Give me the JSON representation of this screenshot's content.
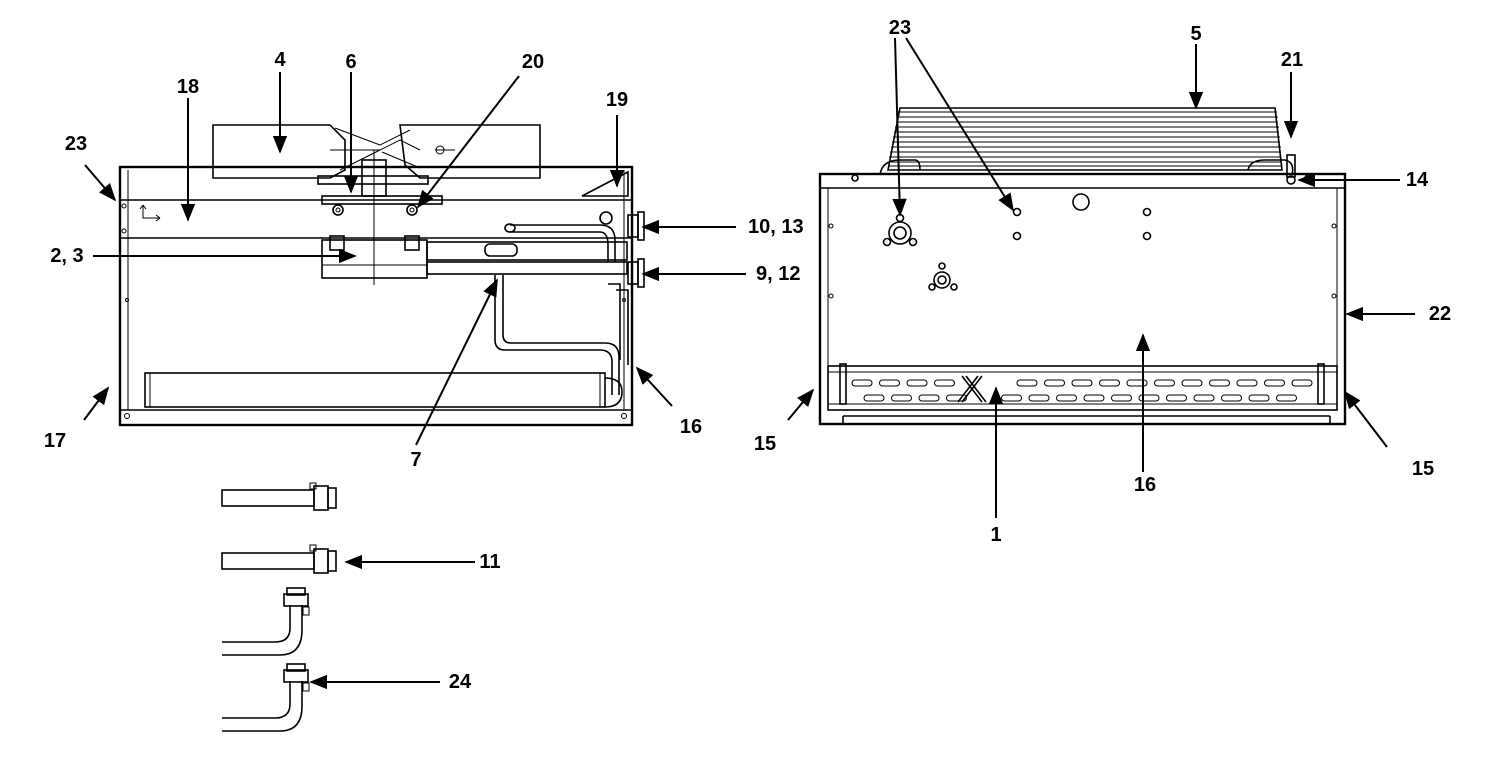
{
  "callouts": {
    "left_4": "4",
    "left_6": "6",
    "left_18": "18",
    "left_20": "20",
    "left_19": "19",
    "left_23": "23",
    "left_10_13": "10, 13",
    "left_2_3": "2, 3",
    "left_9_12": "9, 12",
    "left_17": "17",
    "left_16": "16",
    "left_7": "7",
    "part_11": "11",
    "part_24": "24",
    "right_23": "23",
    "right_5": "5",
    "right_21": "21",
    "right_14": "14",
    "right_22": "22",
    "right_15a": "15",
    "right_15b": "15",
    "right_16": "16",
    "right_1": "1"
  }
}
